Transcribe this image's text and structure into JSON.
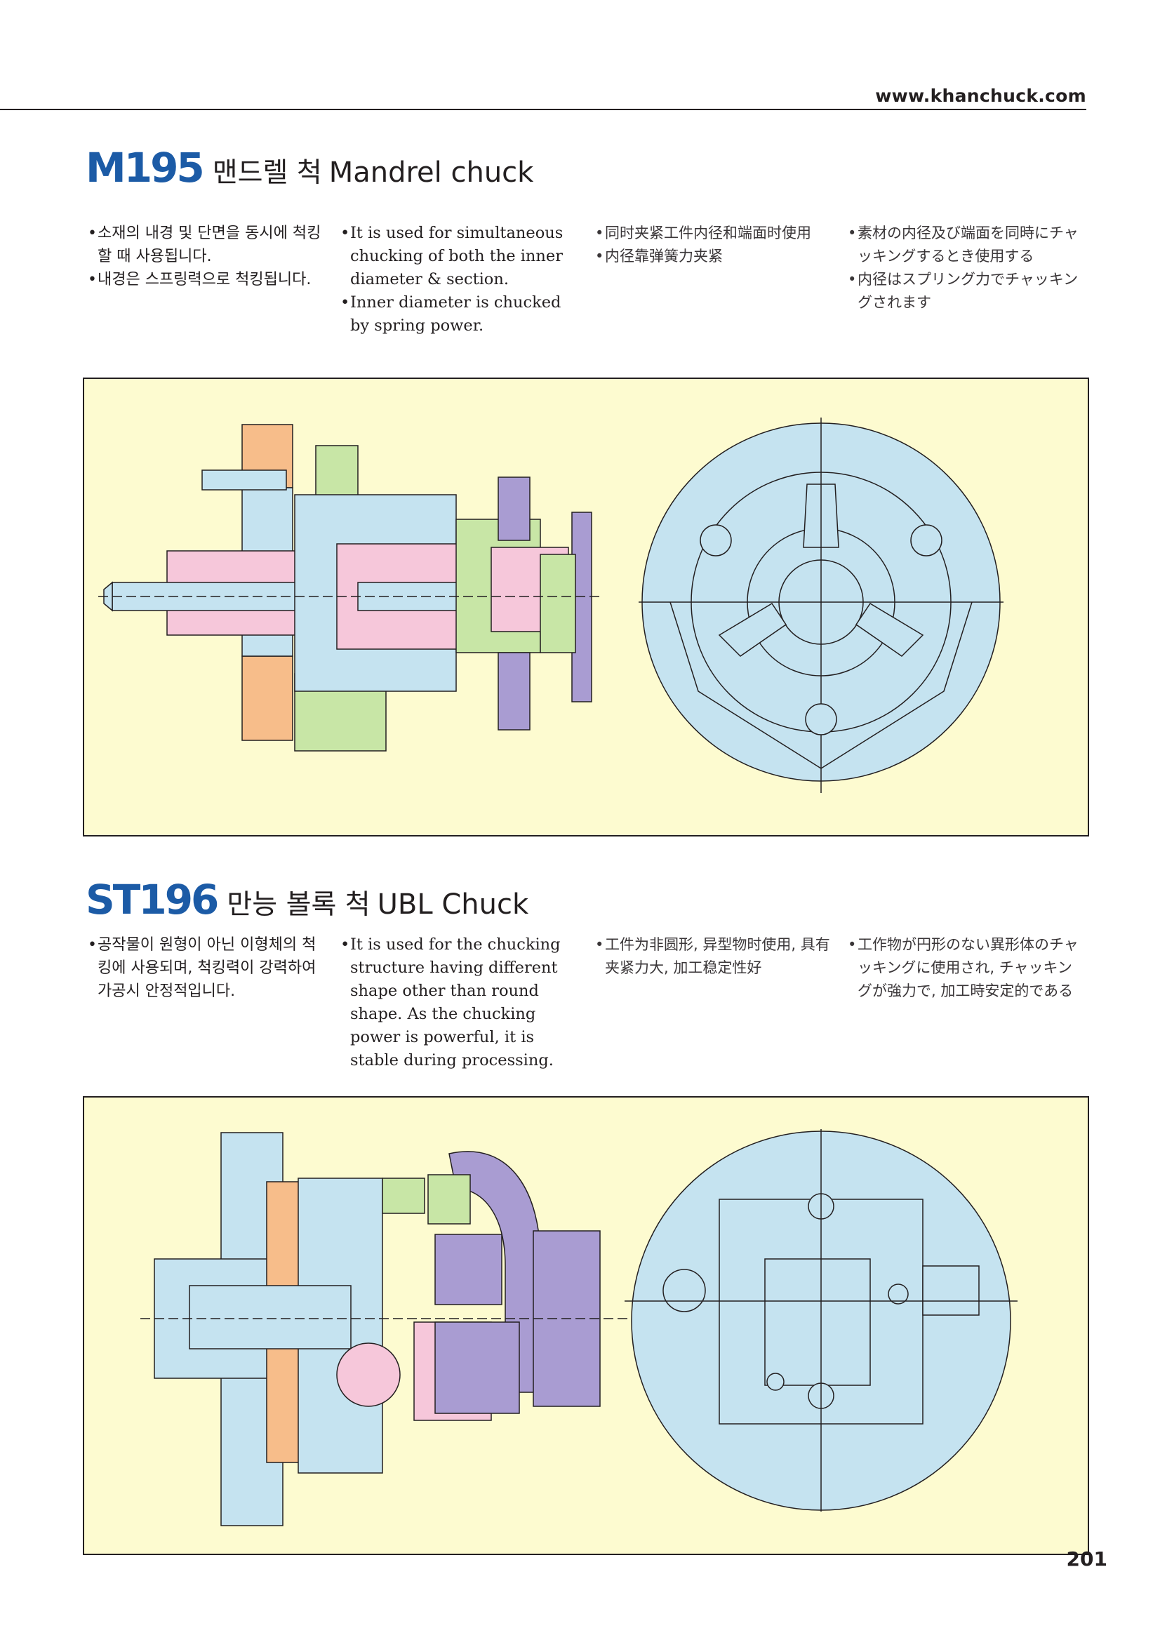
{
  "header": {
    "website": "www.khanchuck.com"
  },
  "sections": [
    {
      "code": "M195",
      "name_ko": "맨드렐 척",
      "name_en": "Mandrel chuck",
      "desc_ko": [
        "소재의 내경 및 단면을 동시에 척킹 할 때 사용됩니다.",
        "내경은 스프링력으로 척킹됩니다."
      ],
      "desc_en": [
        "It is used for simultaneous chucking of both the inner diameter & section.",
        "Inner diameter is chucked by spring power."
      ],
      "desc_cn": [
        "同时夹紧工件内径和端面时使用",
        "内径靠弹簧力夹紧"
      ],
      "desc_jp": [
        "素材の内径及び端面を同時にチャッキングするとき使用する",
        "内径はスプリング力でチャッキングされます"
      ]
    },
    {
      "code": "ST196",
      "name_ko": "만능 볼록 척",
      "name_en": "UBL Chuck",
      "desc_ko": [
        "공작물이 원형이 아닌 이형체의 척킹에 사용되며, 척킹력이 강력하여 가공시 안정적입니다."
      ],
      "desc_en": [
        "It is used for the chucking structure having different shape other than round shape. As the chucking power is powerful, it is stable during processing."
      ],
      "desc_cn": [
        "工件为非圆形, 异型物时使用, 具有夹紧力大, 加工稳定性好"
      ],
      "desc_jp": [
        "工作物が円形のない異形体のチャッキングに使用され, チャッキングが強力で, 加工時安定的である"
      ]
    }
  ],
  "page_number": "201",
  "colors": {
    "brand_blue": "#1c5ba6",
    "panel_bg": "#fdfbd0",
    "part_blue": "#c5e3f0",
    "part_orange": "#f7bd8a",
    "part_green": "#c8e6a6",
    "part_pink": "#f6c7da",
    "part_purple": "#a99cd2"
  }
}
